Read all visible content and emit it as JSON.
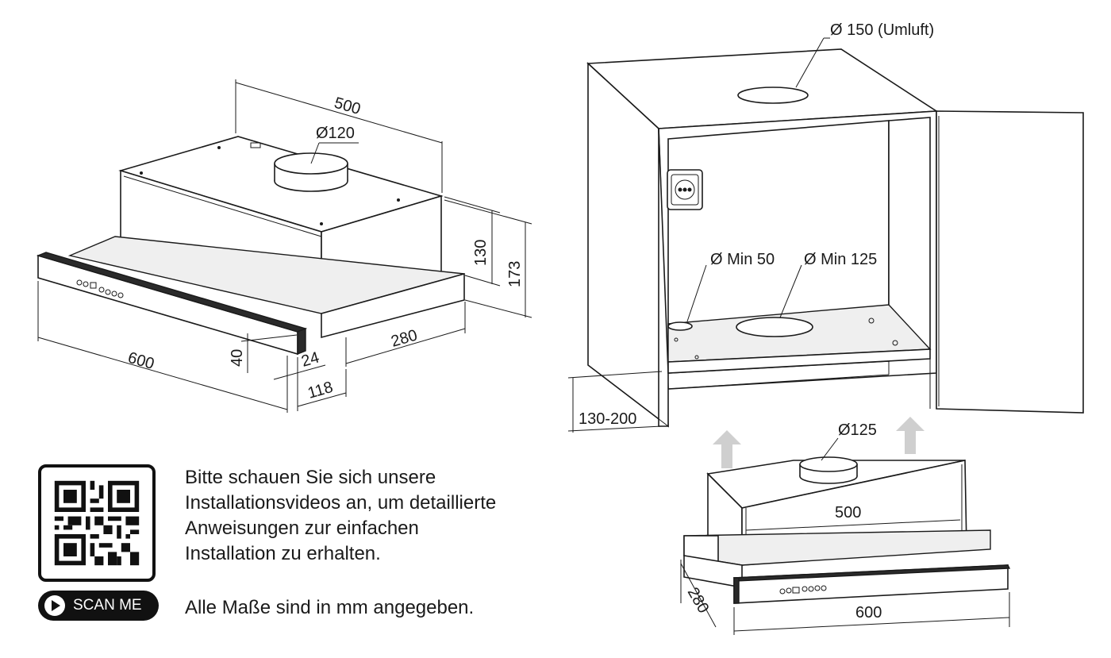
{
  "left_drawing": {
    "width_top": "500",
    "duct_diameter": "Ø120",
    "height_body": "130",
    "height_total": "173",
    "depth_side": "280",
    "width_front": "600",
    "front_height": "40",
    "front_offset": "24",
    "front_depth": "118"
  },
  "cabinet_drawing": {
    "recirc_hole": "Ø 150 (Umluft)",
    "cable_hole": "Ø Min 50",
    "duct_hole": "Ø Min 125",
    "gap_height": "130-200"
  },
  "bottom_drawing": {
    "duct_diameter": "Ø125",
    "width_body": "500",
    "depth": "280",
    "width_front": "600"
  },
  "info": {
    "line1": "Bitte schauen Sie sich unsere",
    "line2": "Installationsvideos an, um detaillierte",
    "line3": "Anweisungen zur einfachen",
    "line4": "Installation zu erhalten.",
    "note": "Alle Maße sind in mm angegeben."
  },
  "qr": {
    "badge_label": "SCAN ME"
  }
}
